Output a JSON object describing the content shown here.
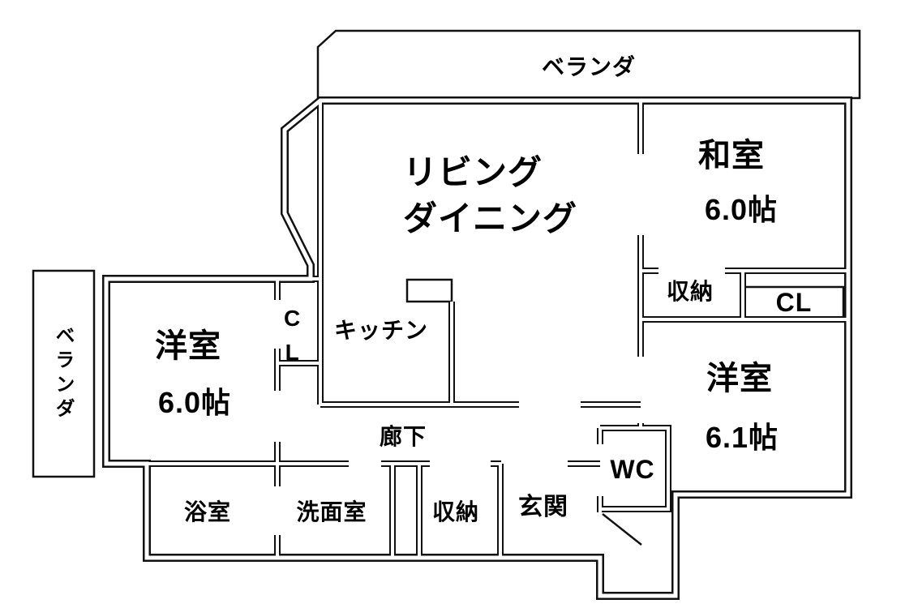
{
  "colors": {
    "wall": "#111111",
    "background": "#ffffff",
    "text": "#000000"
  },
  "labels": {
    "balcony_top": "ベランダ",
    "balcony_left": "ベランダ",
    "living_line1": "リビング",
    "living_line2": "ダイニング",
    "kitchen": "キッチン",
    "hallway": "廊下",
    "washitsu_name": "和室",
    "washitsu_size": "6.0帖",
    "storage_east": "収納",
    "closet_east": "CL",
    "bedroom_east_name": "洋室",
    "bedroom_east_size": "6.1帖",
    "wc": "WC",
    "entrance": "玄関",
    "storage_south": "収納",
    "washroom": "洗面室",
    "bathroom": "浴室",
    "closet_west_line1": "C",
    "closet_west_line2": "L",
    "bedroom_west_name": "洋室",
    "bedroom_west_size": "6.0帖"
  }
}
